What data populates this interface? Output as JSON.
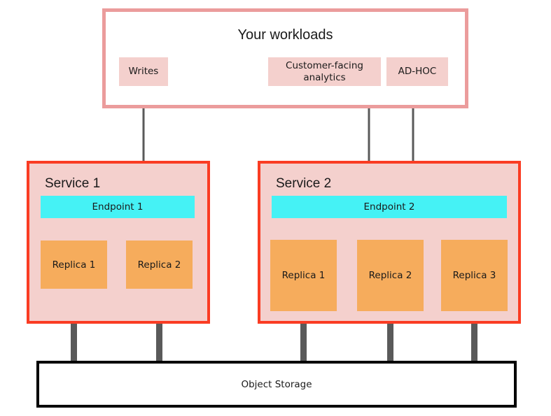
{
  "diagram": {
    "title": "Your workloads",
    "workloads": [
      {
        "id": "writes",
        "label": "Writes"
      },
      {
        "id": "customer-facing-analytics",
        "label": "Customer-facing analytics"
      },
      {
        "id": "ad-hoc",
        "label": "AD-HOC"
      }
    ],
    "services": [
      {
        "id": "service-1",
        "label": "Service 1",
        "endpoint": "Endpoint 1",
        "replicas": [
          "Replica 1",
          "Replica 2"
        ]
      },
      {
        "id": "service-2",
        "label": "Service 2",
        "endpoint": "Endpoint 2",
        "replicas": [
          "Replica 1",
          "Replica 2",
          "Replica 3"
        ]
      }
    ],
    "storage": {
      "label": "Object Storage"
    },
    "colors": {
      "workload_border": "#eb9c9c",
      "chip_fill": "#f4d0cd",
      "service_border": "#fa3c23",
      "service_fill": "#f4d0cd",
      "endpoint_fill": "#45f2f5",
      "replica_fill": "#f6ac5c",
      "connector": "#5a5a5a",
      "storage_border": "#000000",
      "background": "#ffffff"
    }
  }
}
